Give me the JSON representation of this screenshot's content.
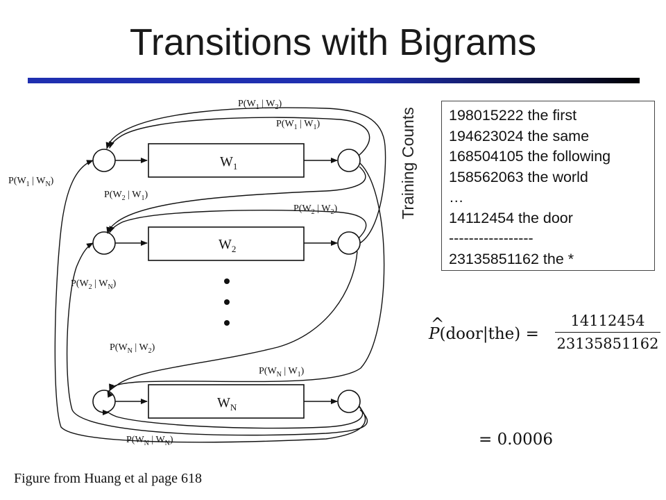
{
  "slide": {
    "title": "Transitions with Bigrams",
    "caption": "Figure from Huang et al page 618"
  },
  "diagram": {
    "states": [
      {
        "label": "W",
        "sub": "1"
      },
      {
        "label": "W",
        "sub": "2"
      },
      {
        "label": "W",
        "sub": "N"
      }
    ],
    "transitions": [
      {
        "label": "P(W",
        "s1": "1",
        "mid": " | W",
        "s2": "2",
        "end": ")"
      },
      {
        "label": "P(W",
        "s1": "1",
        "mid": " | W",
        "s2": "1",
        "end": ")"
      },
      {
        "label": "P(W",
        "s1": "1",
        "mid": " | W",
        "s2": "N",
        "end": ")"
      },
      {
        "label": "P(W",
        "s1": "2",
        "mid": " | W",
        "s2": "1",
        "end": ")"
      },
      {
        "label": "P(W",
        "s1": "2",
        "mid": " | W",
        "s2": "2",
        "end": ")"
      },
      {
        "label": "P(W",
        "s1": "2",
        "mid": " | W",
        "s2": "N",
        "end": ")"
      },
      {
        "label": "P(W",
        "s1": "N",
        "mid": " | W",
        "s2": "2",
        "end": ")"
      },
      {
        "label": "P(W",
        "s1": "N",
        "mid": " | W",
        "s2": "1",
        "end": ")"
      },
      {
        "label": "P(W",
        "s1": "N",
        "mid": " | W",
        "s2": "N",
        "end": ")"
      }
    ]
  },
  "training_counts": {
    "label": "Training Counts",
    "lines": [
      "198015222 the first",
      "194623024 the same",
      "168504105 the following",
      "158562063 the world",
      "…",
      "14112454 the door",
      "-----------------",
      "23135851162 the *"
    ]
  },
  "equation": {
    "lhs_p": "P",
    "lhs_hat": "^",
    "lhs_args": "(door|the) =",
    "numerator": "14112454",
    "denominator": "23135851162",
    "result": "= 0.0006"
  }
}
